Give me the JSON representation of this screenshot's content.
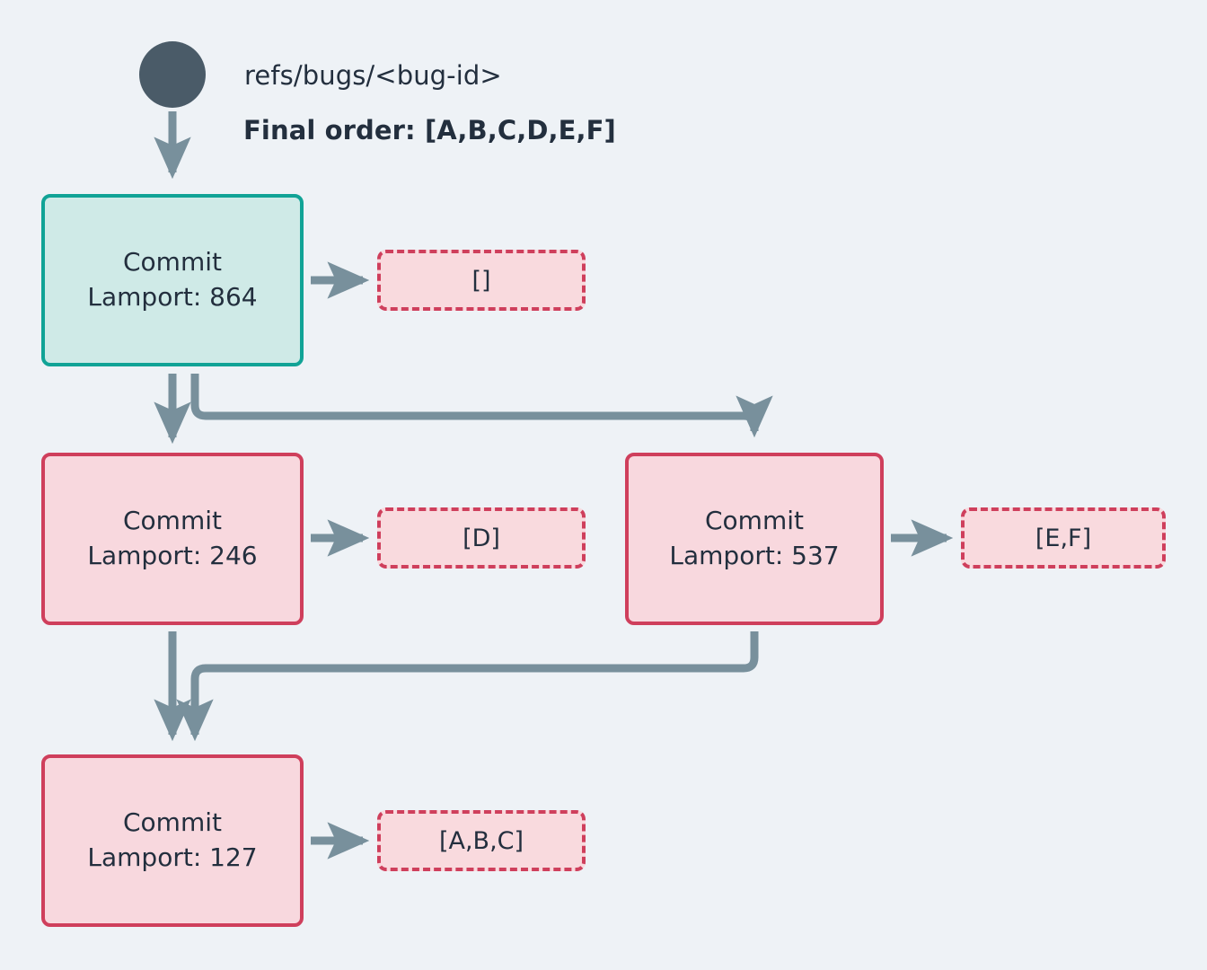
{
  "diagram": {
    "title_ref": "refs/bugs/<bug-id>",
    "final_order": "Final order: [A,B,C,D,E,F]",
    "colors": {
      "background": "#eef2f6",
      "start_dot": "#4a5b68",
      "edge": "#78909c",
      "text": "#232f3e",
      "head_fill": "#cfeae7",
      "head_border": "#11a396",
      "pending_fill": "#f8d8de",
      "pending_border": "#cf3f5c",
      "payload_fill": "#f9dade"
    },
    "nodes": [
      {
        "id": "commit-864",
        "kind": "head",
        "label": "Commit",
        "lamport": "Lamport: 864",
        "payload": "[]"
      },
      {
        "id": "commit-246",
        "kind": "pending",
        "label": "Commit",
        "lamport": "Lamport: 246",
        "payload": "[D]"
      },
      {
        "id": "commit-537",
        "kind": "pending",
        "label": "Commit",
        "lamport": "Lamport: 537",
        "payload": "[E,F]"
      },
      {
        "id": "commit-127",
        "kind": "pending",
        "label": "Commit",
        "lamport": "Lamport: 127",
        "payload": "[A,B,C]"
      }
    ]
  }
}
